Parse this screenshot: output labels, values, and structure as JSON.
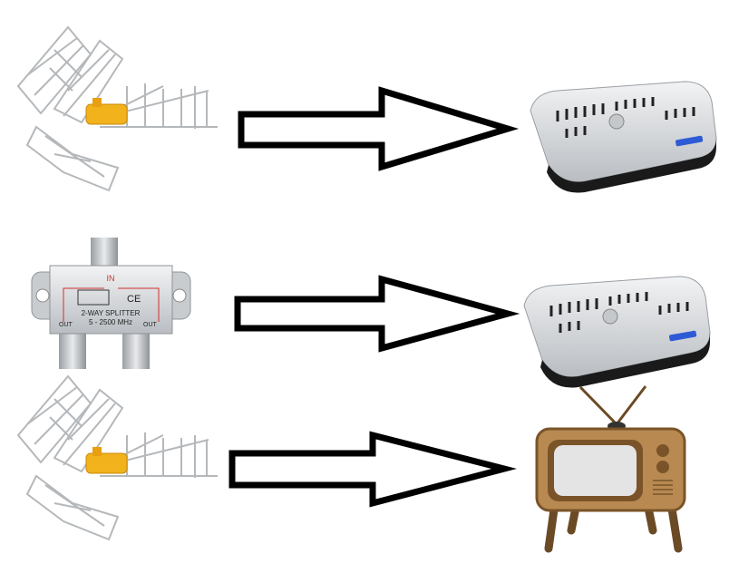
{
  "splitter": {
    "in_label": "IN",
    "ce_mark": "CE",
    "model": "2-WAY SPLITTER",
    "frequency": "5 - 2500 MHz",
    "out_left": "OUT",
    "out_right": "OUT"
  },
  "colors": {
    "arrow_stroke": "#000000",
    "arrow_fill": "#ffffff",
    "tv_body": "#b88a52",
    "tv_legs": "#6b4a26",
    "receiver_body": "#d9dcdf",
    "receiver_led": "#2d5bd6",
    "amplifier": "#f2b21b"
  }
}
